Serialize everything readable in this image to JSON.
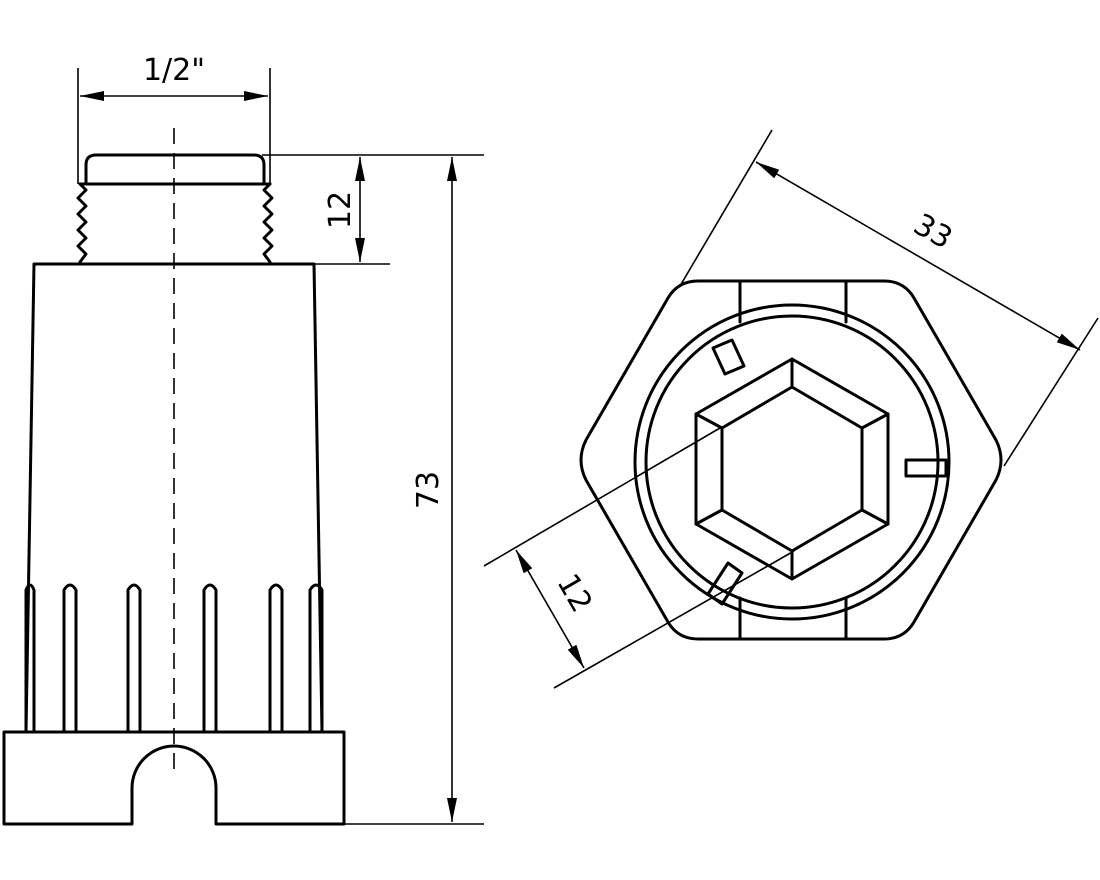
{
  "drawing": {
    "side_view": {
      "thread_label": "1/2\"",
      "thread_height_label": "12",
      "total_height_label": "73"
    },
    "top_view": {
      "across_flats_label": "33",
      "hex_socket_label": "12"
    }
  }
}
